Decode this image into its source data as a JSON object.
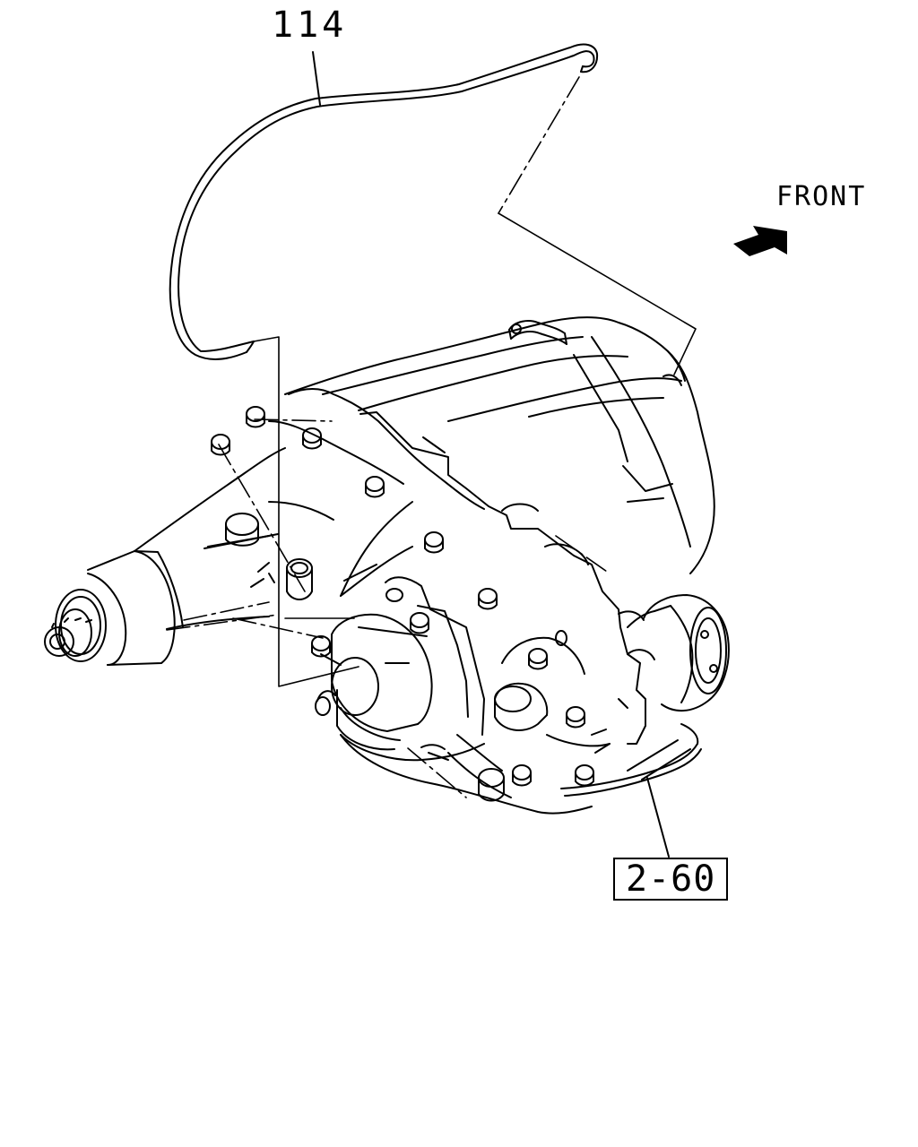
{
  "callouts": {
    "part_number": "114",
    "reference": "2-60"
  },
  "direction": {
    "label": "FRONT",
    "arrow_icon": "front-direction-arrow-icon"
  },
  "colors": {
    "line": "#000000",
    "background": "#ffffff"
  }
}
